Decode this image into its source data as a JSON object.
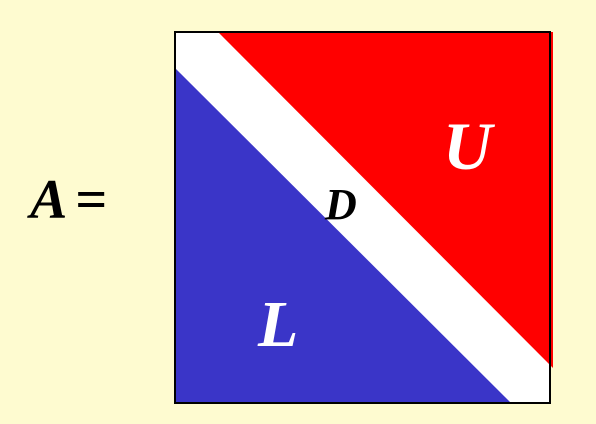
{
  "equation": {
    "variable": "A",
    "operator": "="
  },
  "matrix": {
    "upper_label": "U",
    "diagonal_label": "D",
    "lower_label": "L"
  },
  "colors": {
    "background": "#fefbd0",
    "upper": "#ff0000",
    "lower": "#3a35c8",
    "diagonal": "#ffffff",
    "border": "#000000",
    "upper_text": "#ffffff",
    "diagonal_text": "#000000",
    "lower_text": "#ffffff",
    "equation_text": "#000000"
  }
}
